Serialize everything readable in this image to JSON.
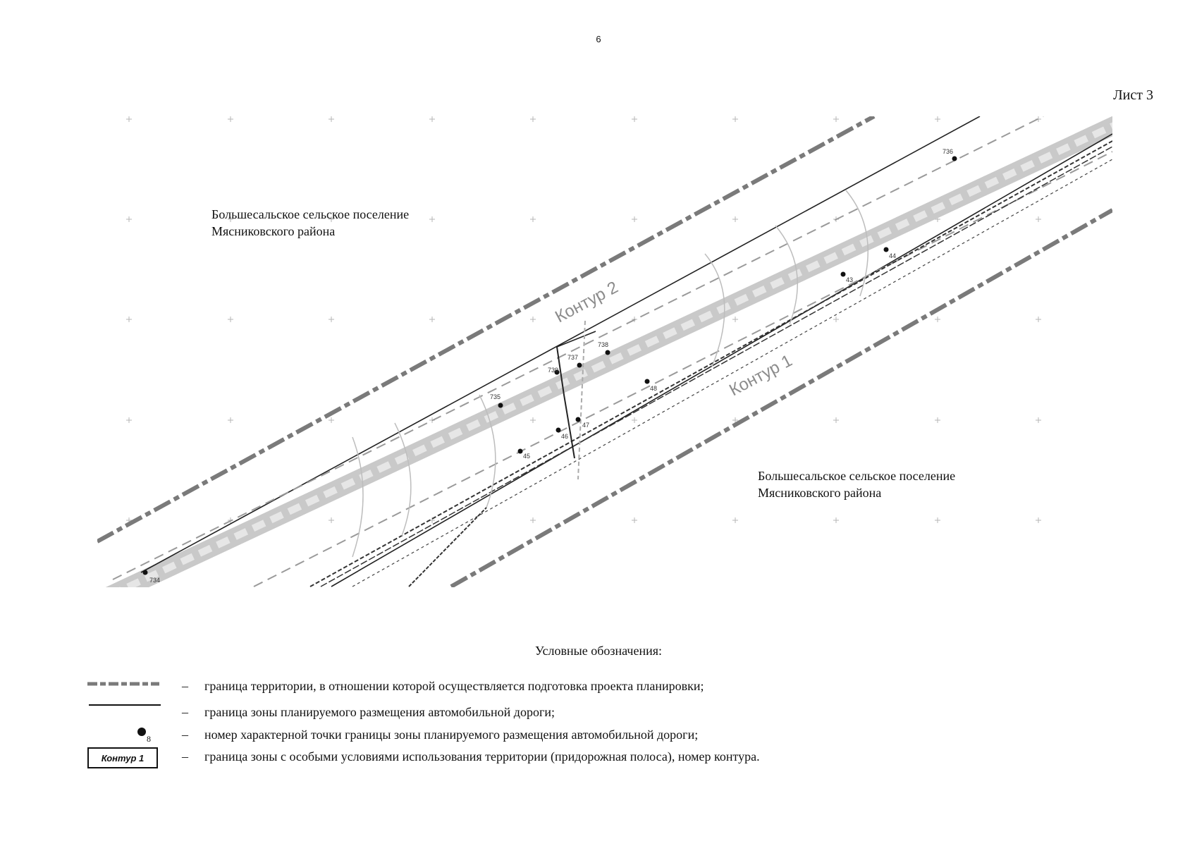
{
  "page_number": "6",
  "sheet_label": "Лист 3",
  "map": {
    "area_label_top": [
      "Большесальское сельское поселение",
      "Мясниковского района"
    ],
    "area_label_bottom": [
      "Большесальское сельское поселение",
      "Мясниковского района"
    ],
    "contours": [
      {
        "label": "Контур 2"
      },
      {
        "label": "Контур 1"
      }
    ],
    "point_labels": [
      "734",
      "735",
      "736",
      "737",
      "738",
      "739",
      "45",
      "46",
      "47",
      "48",
      "43",
      "44"
    ]
  },
  "legend": {
    "title": "Условные обозначения:",
    "items": [
      {
        "symbol": "dashed-boundary",
        "dash": "–",
        "text": "граница территории, в отношении которой осуществляется подготовка проекта планировки;"
      },
      {
        "symbol": "solid-line",
        "dash": "–",
        "text": "граница зоны планируемого размещения автомобильной дороги;"
      },
      {
        "symbol": "point",
        "symbol_number": "8",
        "dash": "–",
        "text": "номер характерной точки границы зоны планируемого размещения автомобильной дороги;"
      },
      {
        "symbol": "contour-box",
        "symbol_text": "Контур 1",
        "dash": "–",
        "text": "граница зоны с особыми условиями использования территории (придорожная полоса), номер контура."
      }
    ]
  },
  "colors": {
    "boundary_gray": "#7a7a7a",
    "road_light": "#bdbdbd",
    "ink": "#111111",
    "contour_label": "#8c8c8c"
  }
}
